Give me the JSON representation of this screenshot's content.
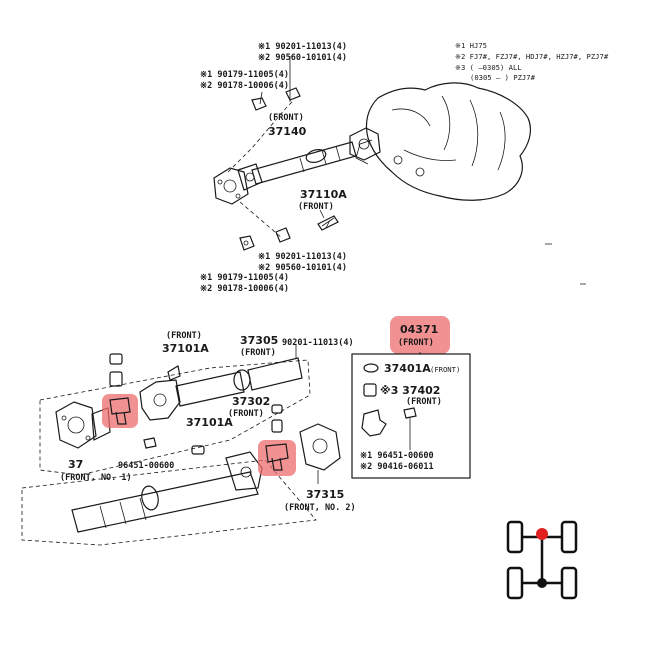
{
  "legend": {
    "l1": "※1 HJ75",
    "l2": "※2 FJ7#, FZJ7#, HDJ7#, HZJ7#, PZJ7#",
    "l3": "※3 (      –0305) ALL",
    "l4": "(0305 –      ) PZJ7#"
  },
  "upper": {
    "bolt1_a": "※1 90201-11013(4)",
    "bolt1_b": "※2 90560-10101(4)",
    "nut1_a": "※1 90179-11005(4)",
    "nut1_b": "※2 90178-10006(4)",
    "front_a": "(FRONT)",
    "shaft_num": "37140",
    "brg_num": "37110A",
    "front_b": "(FRONT)",
    "bolt2_a": "※1 90201-11013(4)",
    "bolt2_b": "※2 90560-10101(4)",
    "nut2_a": "※1 90179-11005(4)",
    "nut2_b": "※2 90178-10006(4)"
  },
  "lower": {
    "front_c": "(FRONT)",
    "yoke_num": "37101A",
    "sleeve_num": "37305",
    "front_d": "(FRONT)",
    "bolt3": "90201-11013(4)",
    "tube_num": "37302",
    "front_e": "(FRONT)",
    "yoke2_num": "37101A",
    "shaft1_num": "37",
    "front_no1": "(FRONT, NO. 1)",
    "grease_num": "96451-00600",
    "shaft2_num": "37315",
    "front_no2": "(FRONT, NO. 2)"
  },
  "kit": {
    "kit_num": "04371",
    "kit_front": "(FRONT)",
    "spider_num": "37401A",
    "spider_front": "(FRONT)",
    "bearing_num": "※3 37402",
    "bearing_front": "(FRONT)",
    "fit1": "※1 96451-00600",
    "fit2": "※2 90416-06011"
  },
  "colors": {
    "highlight": "#ec6c6c",
    "dot": "#e32020",
    "ink": "#1a1a1a"
  },
  "icons": [
    "drivetrain-4x4-icon"
  ]
}
